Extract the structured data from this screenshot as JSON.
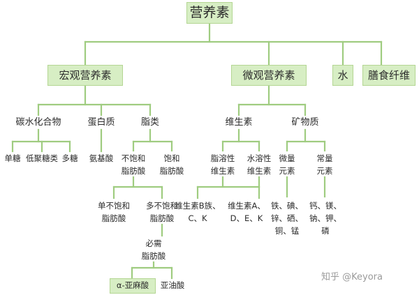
{
  "root": "营养素",
  "macro": "宏观营养素",
  "micro": "微观营养素",
  "water": "水",
  "fiber": "膳食纤维",
  "carb": "碳水化合物",
  "protein": "蛋白质",
  "fat": "脂类",
  "vitamin": "维生素",
  "mineral": "矿物质",
  "mono_sugar": "单糖",
  "oligo_sugar": "低聚糖类",
  "poly_sugar": "多糖",
  "amino": "氨基酸",
  "unsat_fat": [
    "不饱和",
    "脂肪酸"
  ],
  "sat_fat": [
    "饱和",
    "脂肪酸"
  ],
  "fat_soluble": [
    "脂溶性",
    "维生素"
  ],
  "water_soluble": [
    "水溶性",
    "维生素"
  ],
  "trace": [
    "微量",
    "元素"
  ],
  "macro_element": [
    "常量",
    "元素"
  ],
  "mono_unsat": [
    "单不饱和",
    "脂肪酸"
  ],
  "poly_unsat": [
    "多不饱和",
    "脂肪酸"
  ],
  "vit_b": [
    "维生素B族、",
    "C、K"
  ],
  "vit_a": [
    "维生素A、",
    "D、E、K"
  ],
  "trace_list": [
    "铁、碘、",
    "锌、硒、",
    "铜、锰"
  ],
  "macro_list": [
    "钙、镁、",
    "钠、钾、",
    "磷"
  ],
  "essential": [
    "必需",
    "脂肪酸"
  ],
  "ala": "α-亚麻酸",
  "la": "亚油酸",
  "watermark": "知乎 @Keyora"
}
